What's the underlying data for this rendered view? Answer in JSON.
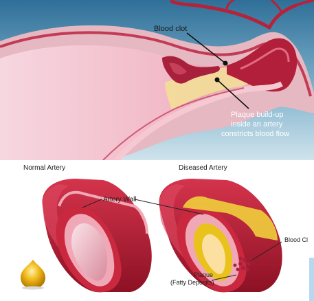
{
  "top_panel": {
    "label_blood_clot": "Blood clot",
    "label_plaque_line1": "Plaque build-up",
    "label_plaque_line2": "inside an artery",
    "label_plaque_line3": "constricts blood flow"
  },
  "bottom_panel": {
    "title_normal": "Normal Artery",
    "title_diseased": "Diseased Artery",
    "label_artery_wall": "Artery Wall",
    "label_blood_clot": "Blood Cl",
    "label_plaque_line1": "Plaque",
    "label_plaque_line2": "(Fatty Deposits)"
  },
  "colors": {
    "sky_top": "#3c7fa6",
    "sky_bottom": "#b9d6e3",
    "artery_outer": "#c0233a",
    "artery_dark": "#8c1124",
    "artery_wall_pink": "#f0a4b4",
    "artery_lumen": "#f7d3db",
    "plaque_yellow": "#e9c21c",
    "clot_red": "#a8203c",
    "label_white": "#ffffff",
    "label_dark": "#222222"
  }
}
